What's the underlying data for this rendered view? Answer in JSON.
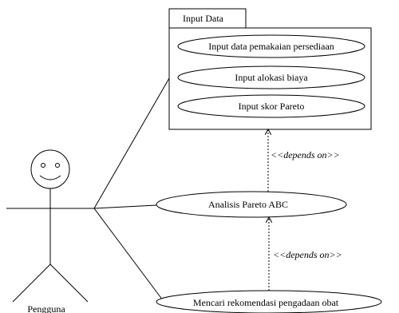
{
  "package": {
    "title": "Input Data",
    "use_cases": [
      "Input data pemakaian persediaan",
      "Input alokasi biaya",
      "Input skor Pareto"
    ]
  },
  "actor": {
    "name": "Pengguna"
  },
  "use_cases": {
    "analysis": "Analisis Pareto ABC",
    "recommendation": "Mencari rekomendasi pengadaan obat"
  },
  "dependencies": {
    "upper": "<<depends on>>",
    "lower": "<<depends on>>"
  }
}
